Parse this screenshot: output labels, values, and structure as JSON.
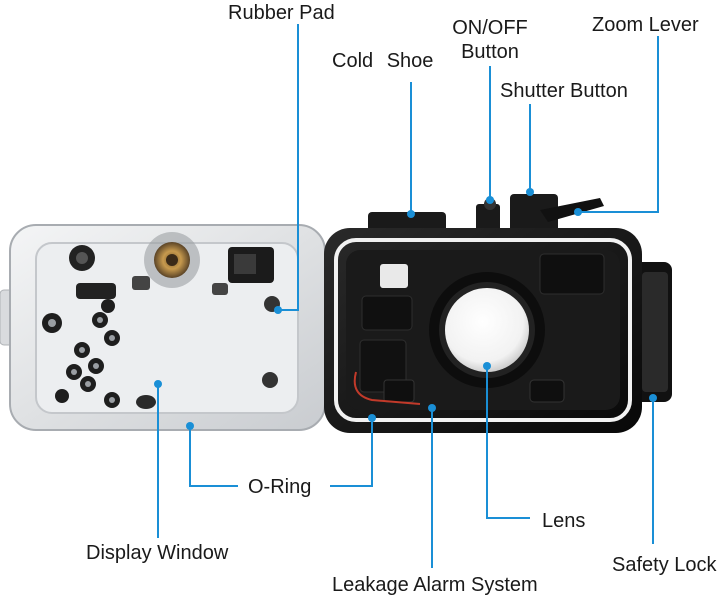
{
  "labels": {
    "rubber_pad": "Rubber Pad",
    "cold_shoe": "Cold Shoe",
    "on_off_line1": "ON/OFF",
    "on_off_line2": "Button",
    "zoom_lever": "Zoom Lever",
    "shutter_button": "Shutter Button",
    "o_ring": "O-Ring",
    "lens": "Lens",
    "display_window": "Display Window",
    "safety_lock": "Safety Lock",
    "leakage_alarm_system": "Leakage Alarm System"
  },
  "colors": {
    "leader_line": "#1a8fd6",
    "label_text": "#1a1a1a",
    "housing_clear": "#e6e7e9",
    "housing_black": "#141414"
  }
}
